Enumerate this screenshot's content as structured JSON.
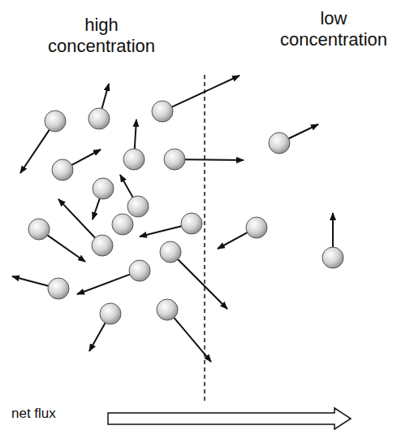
{
  "diagram": {
    "labels": [
      "high concentration",
      "low concentration",
      "net flux"
    ]
  }
}
